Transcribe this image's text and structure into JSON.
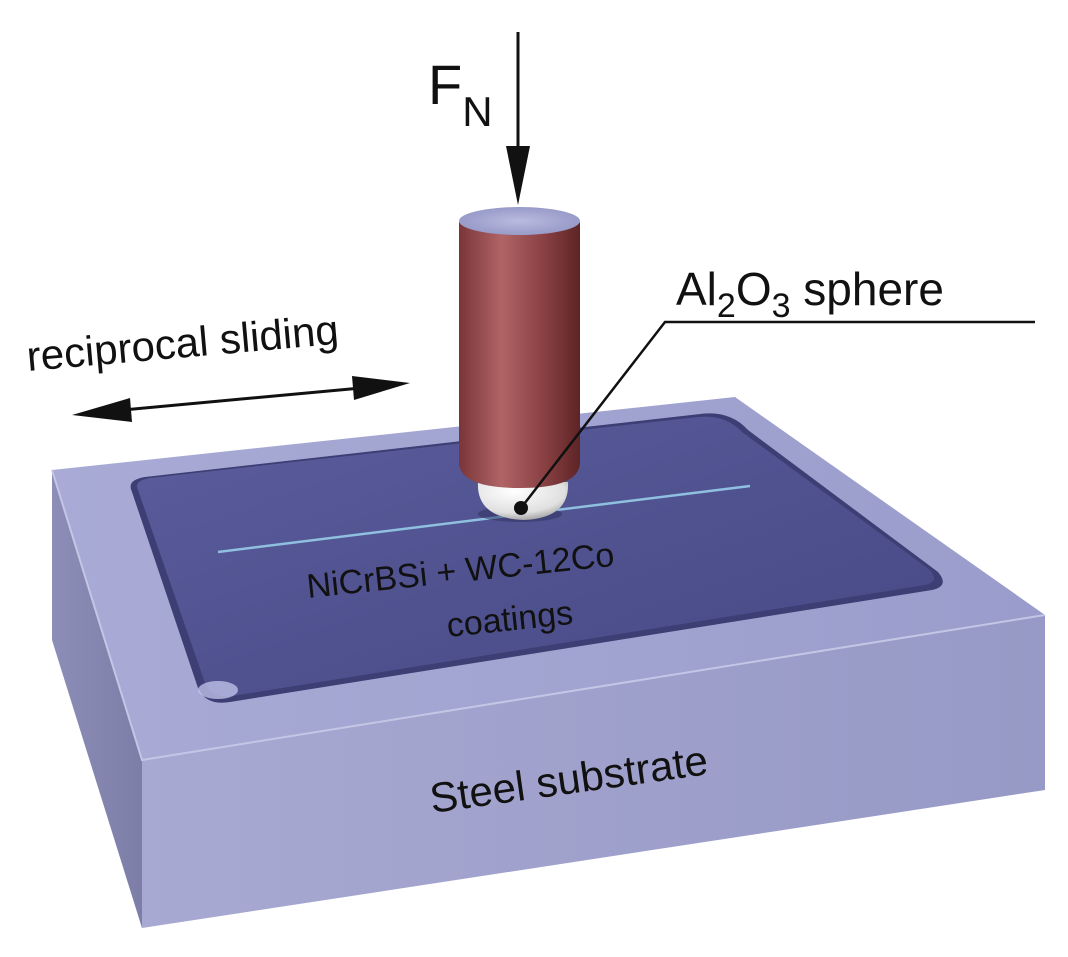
{
  "labels": {
    "force": "F",
    "force_subscript": "N",
    "sliding": "reciprocal sliding",
    "sphere_al": "Al",
    "sphere_sub1": "2",
    "sphere_o": "O",
    "sphere_sub2": "3",
    "sphere_rest": " sphere",
    "coating_line1": "NiCrBSi + WC-12Co",
    "coating_line2": "coatings",
    "substrate": "Steel substrate"
  },
  "colors": {
    "substrate": "#9c9ec9",
    "coating": "#4f518f",
    "pin": "#9a4a4c",
    "ball": "#eeeeee",
    "wear_track": "#8fc0e0"
  }
}
